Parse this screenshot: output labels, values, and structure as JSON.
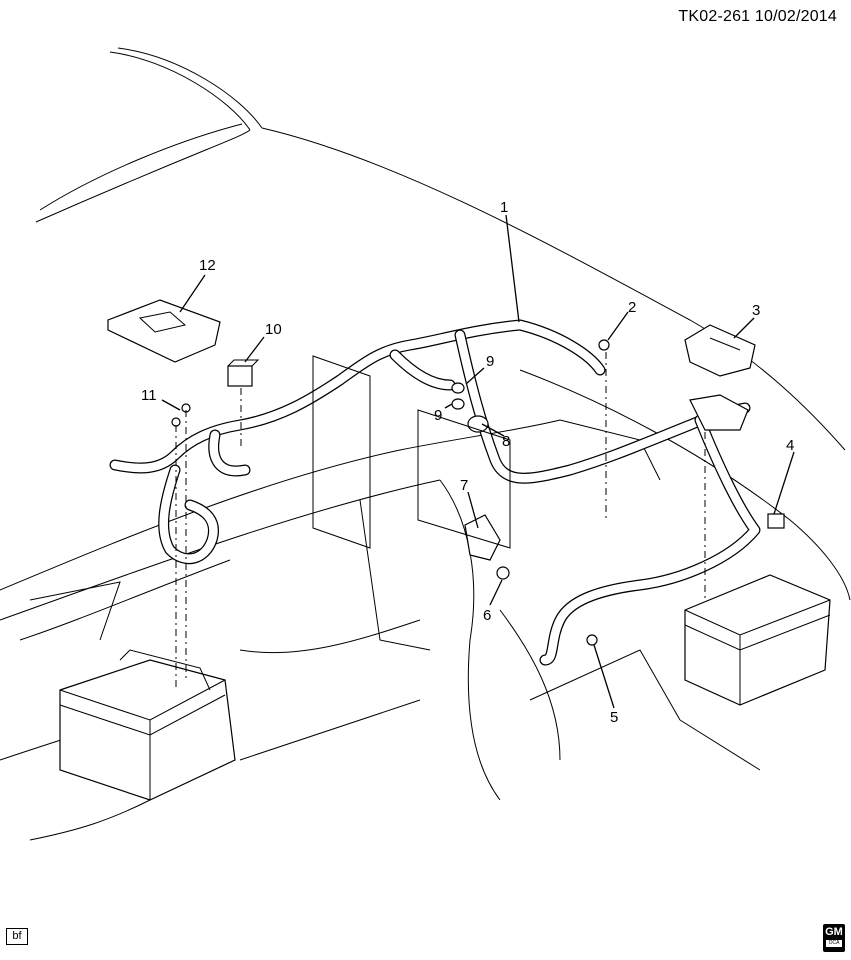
{
  "header": {
    "reference": "TK02-261  10/02/2014"
  },
  "footer": {
    "corner_label": "bf",
    "logo_text": "GM",
    "logo_subtext": "OCA"
  },
  "callouts": [
    {
      "id": "c1",
      "label": "1"
    },
    {
      "id": "c2",
      "label": "2"
    },
    {
      "id": "c3",
      "label": "3"
    },
    {
      "id": "c4",
      "label": "4"
    },
    {
      "id": "c5",
      "label": "5"
    },
    {
      "id": "c6",
      "label": "6"
    },
    {
      "id": "c7",
      "label": "7"
    },
    {
      "id": "c8",
      "label": "8"
    },
    {
      "id": "c9a",
      "label": "9"
    },
    {
      "id": "c9b",
      "label": "9"
    },
    {
      "id": "c10",
      "label": "10"
    },
    {
      "id": "c11",
      "label": "11"
    },
    {
      "id": "c12",
      "label": "12"
    }
  ],
  "icons": {
    "logo": "gm-logo-icon"
  }
}
